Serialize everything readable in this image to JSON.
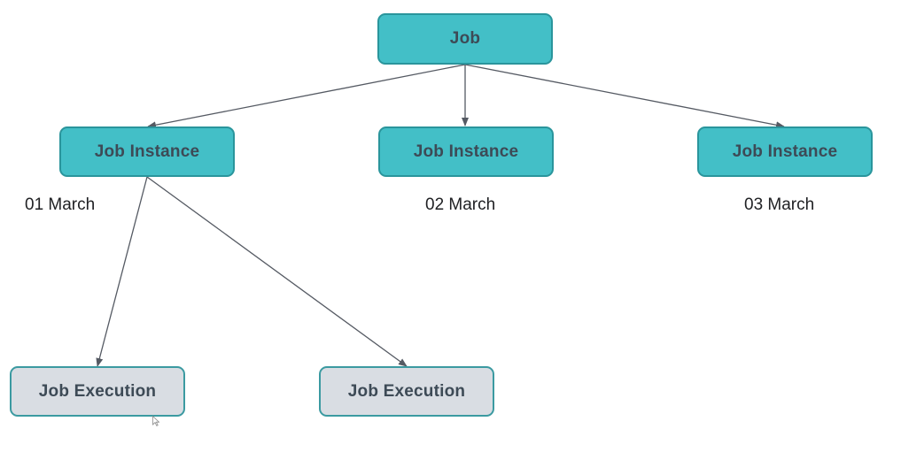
{
  "diagram": {
    "root": {
      "label": "Job"
    },
    "instances": [
      {
        "label": "Job Instance",
        "date": "01 March"
      },
      {
        "label": "Job Instance",
        "date": "02 March"
      },
      {
        "label": "Job Instance",
        "date": "03 March"
      }
    ],
    "executions": [
      {
        "label": "Job Execution"
      },
      {
        "label": "Job Execution"
      }
    ],
    "edges": [
      {
        "from": "root",
        "to": "instance-1"
      },
      {
        "from": "root",
        "to": "instance-2"
      },
      {
        "from": "root",
        "to": "instance-3"
      },
      {
        "from": "instance-1",
        "to": "execution-1"
      },
      {
        "from": "instance-1",
        "to": "execution-2"
      }
    ]
  },
  "colors": {
    "primary_fill": "#43bfc7",
    "primary_border": "#2a959c",
    "secondary_fill": "#d9dde3",
    "secondary_border": "#3b9aa1",
    "edge": "#555a63",
    "text": "#3d4a56"
  },
  "icons": {
    "cursor": "mouse-pointer-icon"
  }
}
